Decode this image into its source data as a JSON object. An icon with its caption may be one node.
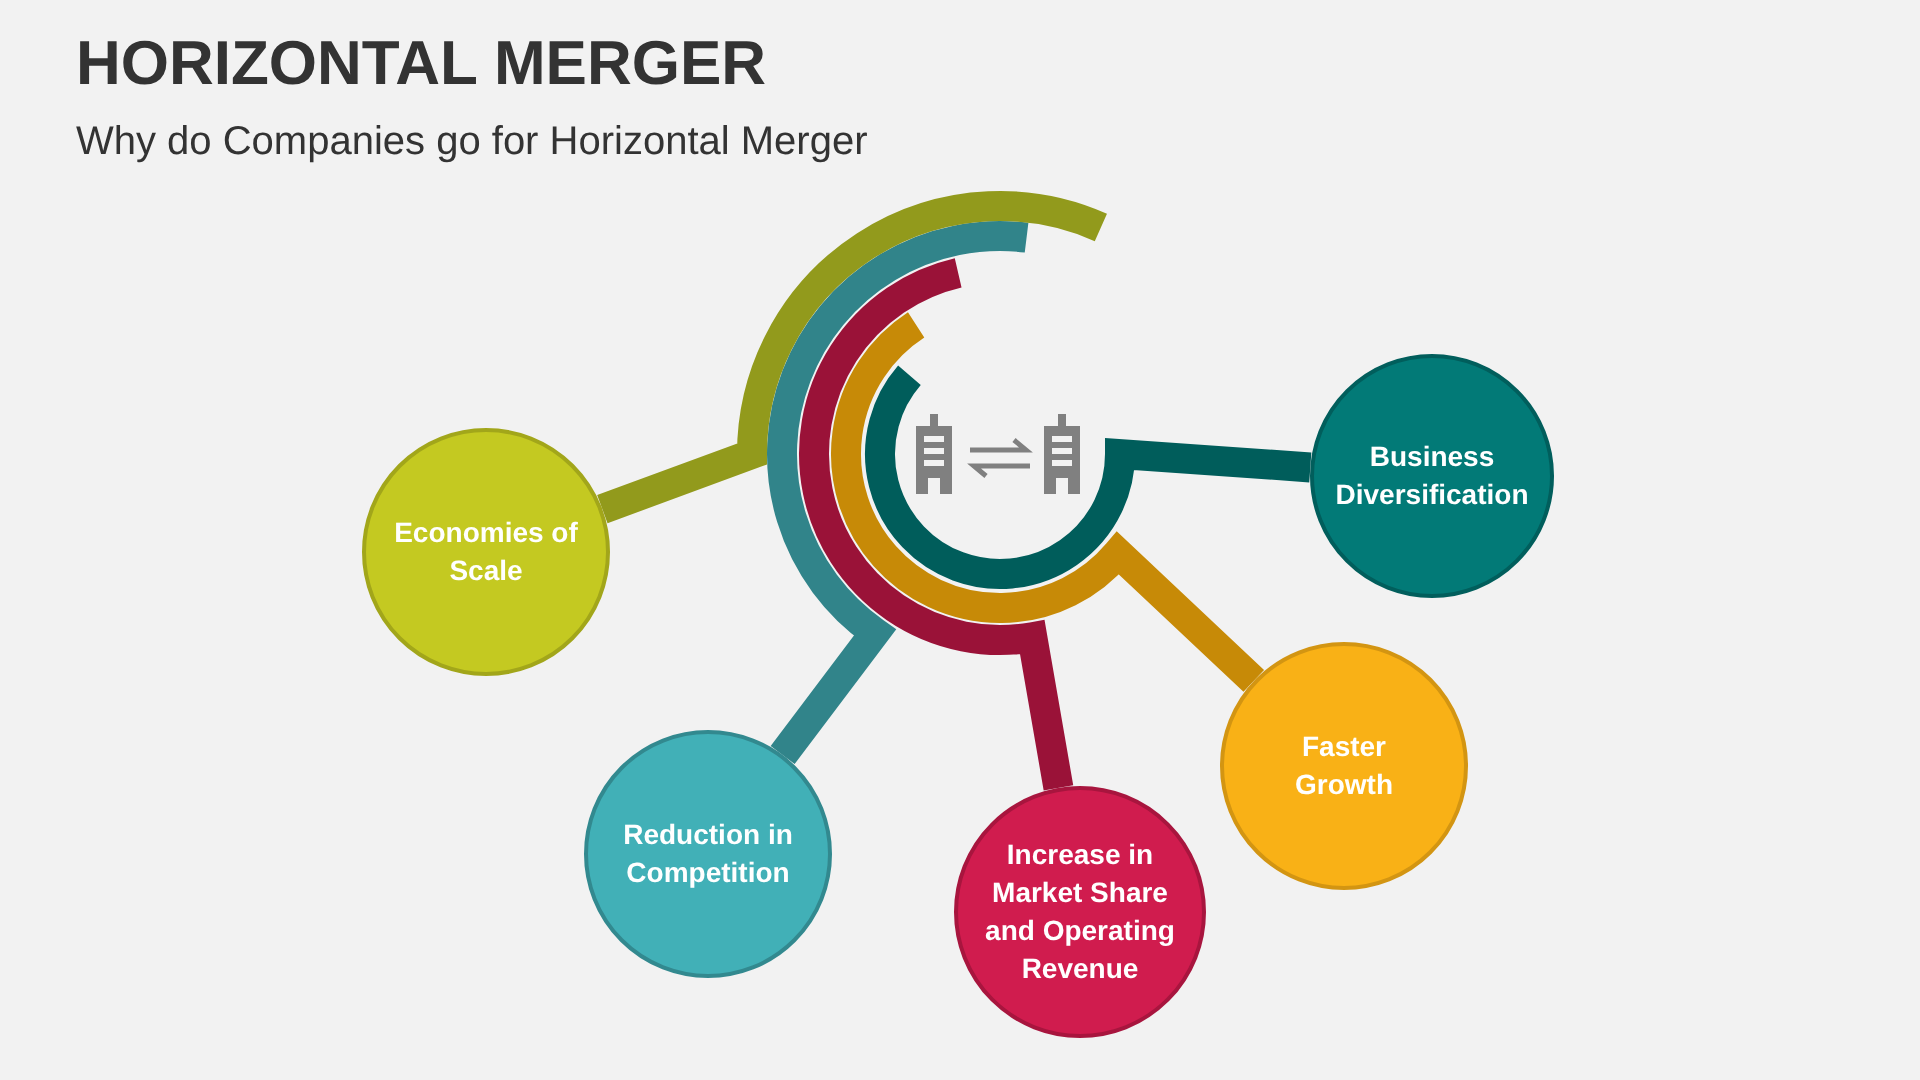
{
  "diagram": {
    "title": "HORIZONTAL MERGER",
    "caption": "Why do Companies go for Horizontal Merger",
    "nodes": [
      {
        "text": [],
        "shape": "picture"
      },
      {
        "text": [
          "Business Diversification"
        ]
      },
      {
        "text": [
          "Economies of Scale"
        ]
      },
      {
        "text": [
          "Faster Growth"
        ]
      },
      {
        "text": [
          "Reduction in Competition"
        ]
      },
      {
        "text": [
          "Increase in Market Share and Operating Revenue"
        ]
      }
    ],
    "edges": [
      {
        "from": null,
        "to": 1,
        "arrow": "none",
        "color": "#005d5b"
      },
      {
        "from": null,
        "to": 3,
        "arrow": "none",
        "color": "#c78a07"
      },
      {
        "from": null,
        "to": 5,
        "arrow": "none",
        "color": "#9a1238"
      },
      {
        "from": null,
        "to": 4,
        "arrow": "none",
        "color": "#31848a"
      },
      {
        "from": null,
        "to": 2,
        "arrow": "none",
        "color": "#929a1c"
      }
    ]
  }
}
